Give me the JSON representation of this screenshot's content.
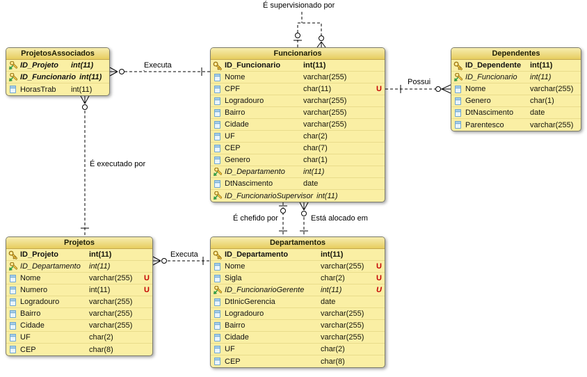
{
  "unique_marker": "U",
  "colors": {
    "table_header": "#E9D066",
    "table_body": "#FAEFA4",
    "unique_marker": "#C40000",
    "connector": "#000000"
  },
  "tables": [
    {
      "name": "ProjetosAssociados",
      "columns": [
        {
          "name": "ID_Projeto",
          "type": "int(11)",
          "icon": "key-fk-icon",
          "style": "pkfk"
        },
        {
          "name": "ID_Funcionario",
          "type": "int(11)",
          "icon": "key-fk-icon",
          "style": "pkfk"
        },
        {
          "name": "HorasTrab",
          "type": "int(11)",
          "icon": "column-icon",
          "style": "normal"
        }
      ]
    },
    {
      "name": "Funcionarios",
      "columns": [
        {
          "name": "ID_Funcionario",
          "type": "int(11)",
          "icon": "key-pk-icon",
          "style": "pk"
        },
        {
          "name": "Nome",
          "type": "varchar(255)",
          "icon": "column-icon",
          "style": "normal"
        },
        {
          "name": "CPF",
          "type": "char(11)",
          "icon": "column-icon",
          "style": "normal",
          "unique": true
        },
        {
          "name": "Logradouro",
          "type": "varchar(255)",
          "icon": "column-icon",
          "style": "normal"
        },
        {
          "name": "Bairro",
          "type": "varchar(255)",
          "icon": "column-icon",
          "style": "normal"
        },
        {
          "name": "Cidade",
          "type": "varchar(255)",
          "icon": "column-icon",
          "style": "normal"
        },
        {
          "name": "UF",
          "type": "char(2)",
          "icon": "column-icon",
          "style": "normal"
        },
        {
          "name": "CEP",
          "type": "char(7)",
          "icon": "column-icon",
          "style": "normal"
        },
        {
          "name": "Genero",
          "type": "char(1)",
          "icon": "column-icon",
          "style": "normal"
        },
        {
          "name": "ID_Departamento",
          "type": "int(11)",
          "icon": "key-fk-icon",
          "style": "fk"
        },
        {
          "name": "DtNascimento",
          "type": "date",
          "icon": "column-icon",
          "style": "normal"
        },
        {
          "name": "ID_FuncionarioSupervisor",
          "type": "int(11)",
          "icon": "key-fk-icon",
          "style": "fk"
        }
      ]
    },
    {
      "name": "Dependentes",
      "columns": [
        {
          "name": "ID_Dependente",
          "type": "int(11)",
          "icon": "key-pk-icon",
          "style": "pk"
        },
        {
          "name": "ID_Funcionario",
          "type": "int(11)",
          "icon": "key-fk-icon",
          "style": "fk"
        },
        {
          "name": "Nome",
          "type": "varchar(255)",
          "icon": "column-icon",
          "style": "normal"
        },
        {
          "name": "Genero",
          "type": "char(1)",
          "icon": "column-icon",
          "style": "normal"
        },
        {
          "name": "DtNascimento",
          "type": "date",
          "icon": "column-icon",
          "style": "normal"
        },
        {
          "name": "Parentesco",
          "type": "varchar(255)",
          "icon": "column-icon",
          "style": "normal"
        }
      ]
    },
    {
      "name": "Projetos",
      "columns": [
        {
          "name": "ID_Projeto",
          "type": "int(11)",
          "icon": "key-pk-icon",
          "style": "pk"
        },
        {
          "name": "ID_Departamento",
          "type": "int(11)",
          "icon": "key-fk-icon",
          "style": "fk"
        },
        {
          "name": "Nome",
          "type": "varchar(255)",
          "icon": "column-icon",
          "style": "normal",
          "unique": true
        },
        {
          "name": "Numero",
          "type": "int(11)",
          "icon": "column-icon",
          "style": "normal",
          "unique": true
        },
        {
          "name": "Logradouro",
          "type": "varchar(255)",
          "icon": "column-icon",
          "style": "normal"
        },
        {
          "name": "Bairro",
          "type": "varchar(255)",
          "icon": "column-icon",
          "style": "normal"
        },
        {
          "name": "Cidade",
          "type": "varchar(255)",
          "icon": "column-icon",
          "style": "normal"
        },
        {
          "name": "UF",
          "type": "char(2)",
          "icon": "column-icon",
          "style": "normal"
        },
        {
          "name": "CEP",
          "type": "char(8)",
          "icon": "column-icon",
          "style": "normal"
        }
      ]
    },
    {
      "name": "Departamentos",
      "columns": [
        {
          "name": "ID_Departamento",
          "type": "int(11)",
          "icon": "key-pk-icon",
          "style": "pk"
        },
        {
          "name": "Nome",
          "type": "varchar(255)",
          "icon": "column-icon",
          "style": "normal",
          "unique": true
        },
        {
          "name": "Sigla",
          "type": "char(2)",
          "icon": "column-icon",
          "style": "normal",
          "unique": true
        },
        {
          "name": "ID_FuncionarioGerente",
          "type": "int(11)",
          "icon": "key-fk-icon",
          "style": "fk",
          "unique": true
        },
        {
          "name": "DtInicGerencia",
          "type": "date",
          "icon": "column-icon",
          "style": "normal"
        },
        {
          "name": "Logradouro",
          "type": "varchar(255)",
          "icon": "column-icon",
          "style": "normal"
        },
        {
          "name": "Bairro",
          "type": "varchar(255)",
          "icon": "column-icon",
          "style": "normal"
        },
        {
          "name": "Cidade",
          "type": "varchar(255)",
          "icon": "column-icon",
          "style": "normal"
        },
        {
          "name": "UF",
          "type": "char(2)",
          "icon": "column-icon",
          "style": "normal"
        },
        {
          "name": "CEP",
          "type": "char(8)",
          "icon": "column-icon",
          "style": "normal"
        }
      ]
    }
  ],
  "relationships": [
    {
      "label": "É supervisionado por",
      "from": "Funcionarios",
      "to": "Funcionarios"
    },
    {
      "label": "Executa",
      "from": "ProjetosAssociados",
      "to": "Funcionarios"
    },
    {
      "label": "Possui",
      "from": "Funcionarios",
      "to": "Dependentes"
    },
    {
      "label": "É executado por",
      "from": "ProjetosAssociados",
      "to": "Projetos"
    },
    {
      "label": "Executa",
      "from": "Projetos",
      "to": "Departamentos"
    },
    {
      "label": "É chefido por",
      "from": "Funcionarios",
      "to": "Departamentos"
    },
    {
      "label": "Está alocado em",
      "from": "Funcionarios",
      "to": "Departamentos"
    }
  ]
}
